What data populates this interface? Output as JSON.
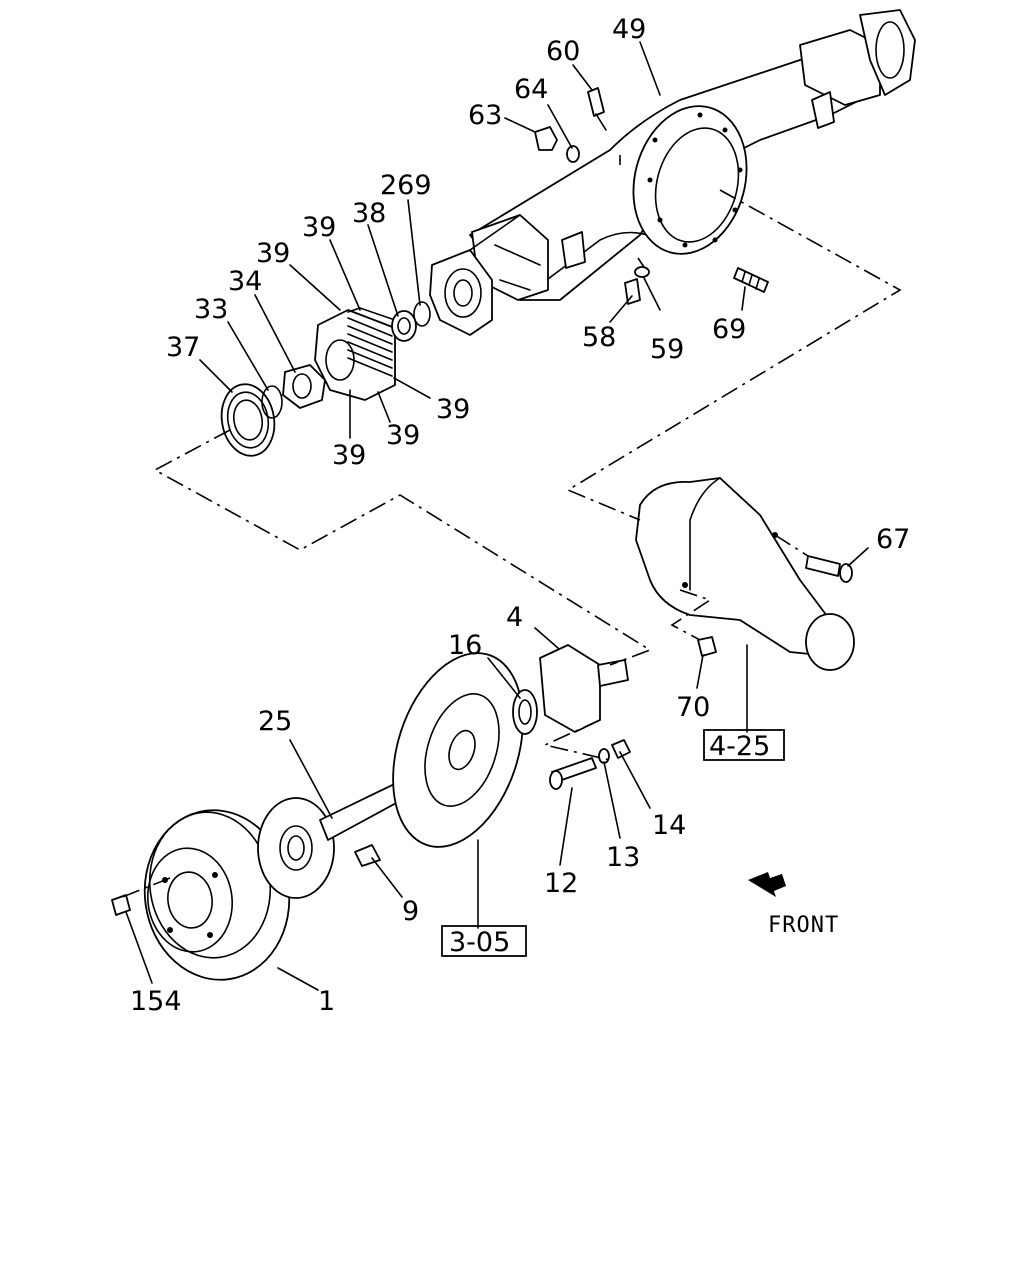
{
  "labels": {
    "p49": "49",
    "p60": "60",
    "p64": "64",
    "p63": "63",
    "p269": "269",
    "p38": "38",
    "p39a": "39",
    "p39b": "39",
    "p34": "34",
    "p33": "33",
    "p37": "37",
    "p39c": "39",
    "p39d": "39",
    "p39e": "39",
    "p58": "58",
    "p59": "59",
    "p69": "69",
    "p67": "67",
    "p70": "70",
    "p4": "4",
    "p16": "16",
    "p25": "25",
    "p14": "14",
    "p13": "13",
    "p12": "12",
    "p9": "9",
    "p154": "154",
    "p1": "1"
  },
  "refs": {
    "ref425": "4-25",
    "ref305": "3-05"
  },
  "direction": {
    "front": "FRONT"
  },
  "icons": {
    "front_arrow": "front-arrow-icon"
  }
}
